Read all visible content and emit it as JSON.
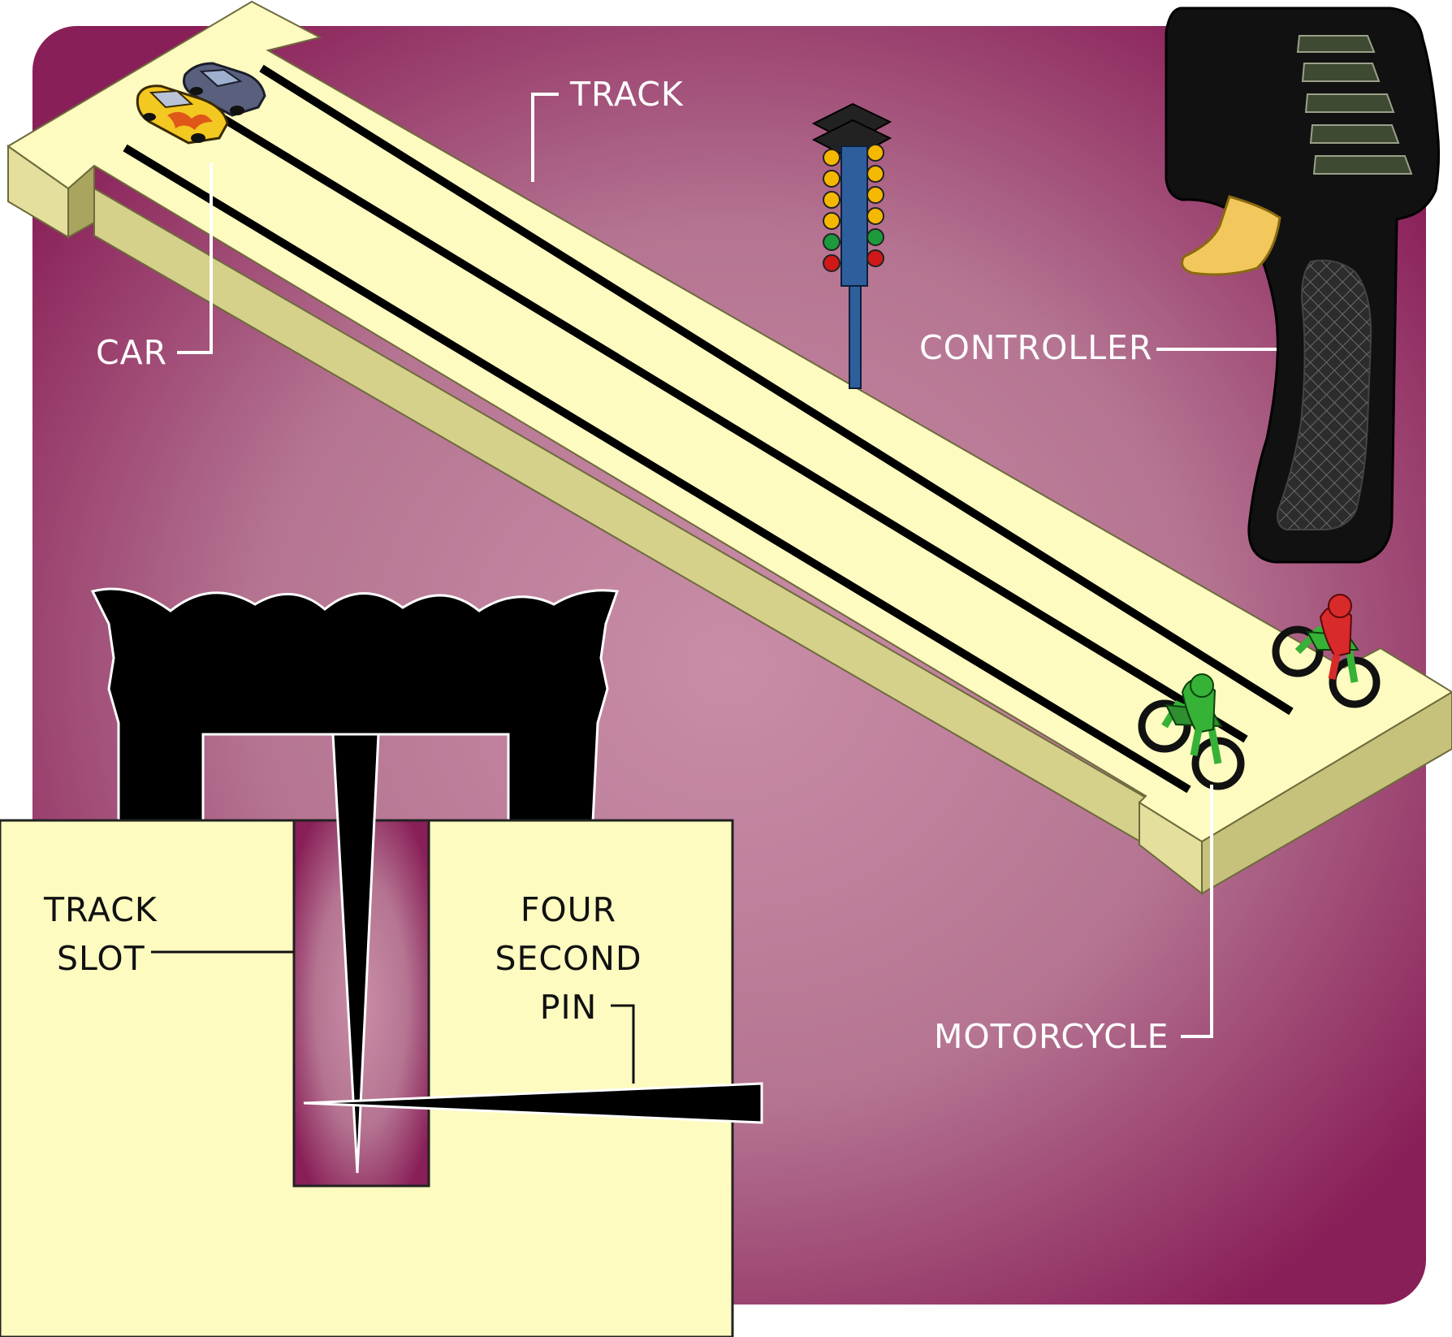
{
  "labels": {
    "track": "TRACK",
    "car": "CAR",
    "controller": "CONTROLLER",
    "motorcycle": "MOTORCYCLE",
    "track_slot_line1": "TRACK",
    "track_slot_line2": "SLOT",
    "pin_line1": "FOUR",
    "pin_line2": "SECOND",
    "pin_line3": "PIN"
  },
  "colors": {
    "background_edge": "#8a1f57",
    "background_center": "#c68aa4",
    "track_top": "#fdfbc0",
    "track_side": "#d5d08a",
    "track_dark_side": "#a9a45e",
    "slot": "#000000",
    "controller_body": "#111111",
    "trigger": "#f2c75c",
    "light_amber": "#f5b800",
    "light_green": "#1c9a3c",
    "light_red": "#d01818",
    "pole": "#2e5f9c",
    "bike_green": "#36b236",
    "bike_red": "#d82a2a",
    "car_yellow": "#f3c820",
    "car_blue": "#58607e"
  },
  "icons": {
    "car": "slot-car-icon",
    "controller": "hand-controller-icon",
    "christmas_tree": "drag-start-lights-icon",
    "motorcycle": "motorcycle-icon"
  }
}
